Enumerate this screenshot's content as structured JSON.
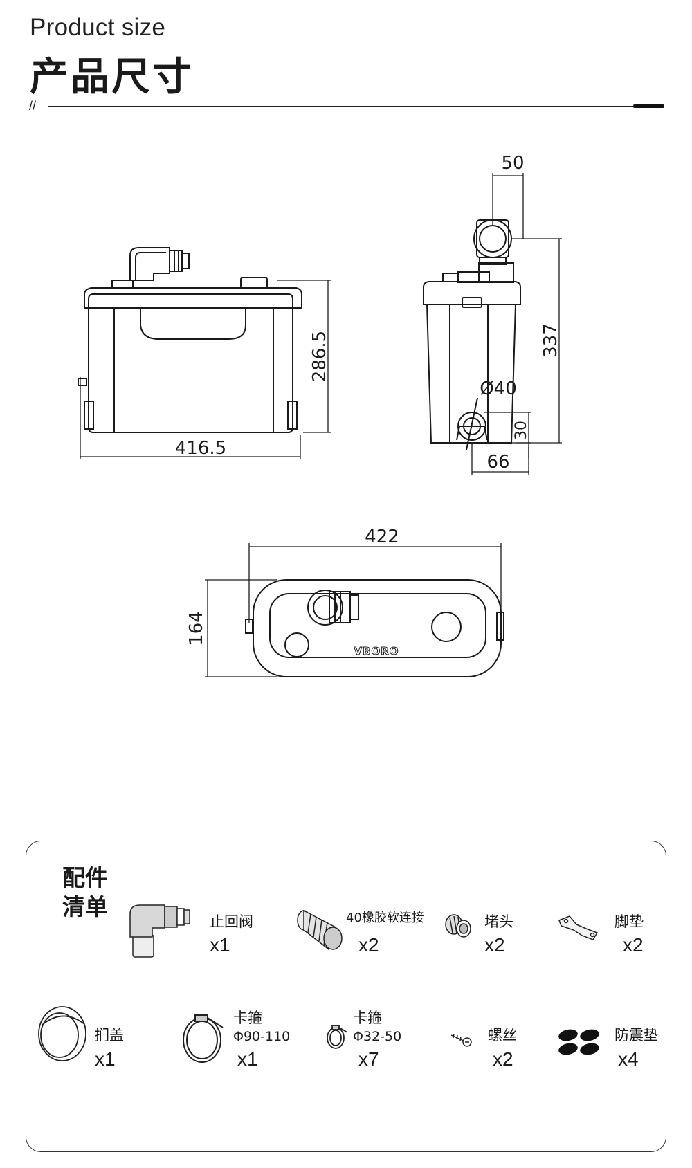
{
  "header": {
    "title_en": "Product size",
    "title_cn": "产品尺寸",
    "divider_mark": "//"
  },
  "dimensions": {
    "front_width": "416.5",
    "front_height": "286.5",
    "side_top_offset": "50",
    "side_height": "337",
    "side_pipe_diameter": "Ø40",
    "side_inlet_height": "30",
    "side_inlet_offset": "66",
    "top_length": "422",
    "top_width": "164",
    "brand_logo": "VBORO"
  },
  "accessories": {
    "title": "配件清单",
    "items": [
      {
        "name": "止回阀",
        "spec": "",
        "qty": "x1",
        "icon": "check-valve-icon"
      },
      {
        "name": "40橡胶软连接",
        "spec": "",
        "qty": "x2",
        "icon": "rubber-connector-icon"
      },
      {
        "name": "堵头",
        "spec": "",
        "qty": "x2",
        "icon": "plug-icon"
      },
      {
        "name": "脚垫",
        "spec": "",
        "qty": "x2",
        "icon": "foot-pad-icon"
      },
      {
        "name": "扪盖",
        "spec": "",
        "qty": "x1",
        "icon": "cap-icon"
      },
      {
        "name": "卡箍",
        "spec": "Φ90-110",
        "qty": "x1",
        "icon": "large-clamp-icon"
      },
      {
        "name": "卡箍",
        "spec": "Φ32-50",
        "qty": "x7",
        "icon": "small-clamp-icon"
      },
      {
        "name": "螺丝",
        "spec": "",
        "qty": "x2",
        "icon": "screw-icon"
      },
      {
        "name": "防震垫",
        "spec": "",
        "qty": "x4",
        "icon": "shock-pad-icon"
      }
    ]
  }
}
